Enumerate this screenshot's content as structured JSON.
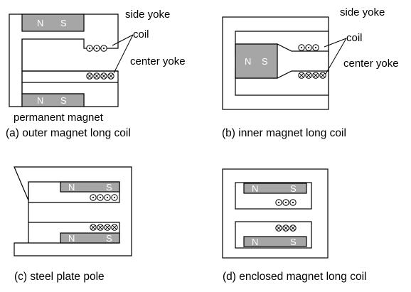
{
  "colors": {
    "magnet": "#a6a6a6",
    "yoke": "#ffffff",
    "line": "#000000"
  },
  "poles": {
    "north": "N",
    "south": "S"
  },
  "labels": {
    "side_yoke": "side yoke",
    "coil": "coil",
    "center_yoke": "center yoke",
    "permanent_magnet": "permanent magnet"
  },
  "captions": {
    "a": "(a) outer magnet long coil",
    "b": "(b) inner magnet long coil",
    "c": "(c) steel plate pole",
    "d": "(d) enclosed magnet long coil"
  },
  "coil_symbols": {
    "current_out": "dot",
    "current_in": "cross"
  },
  "coil_counts": {
    "a": [
      3,
      4
    ],
    "b": [
      3,
      4
    ],
    "c": [
      4,
      4
    ],
    "d": [
      3,
      3
    ]
  }
}
